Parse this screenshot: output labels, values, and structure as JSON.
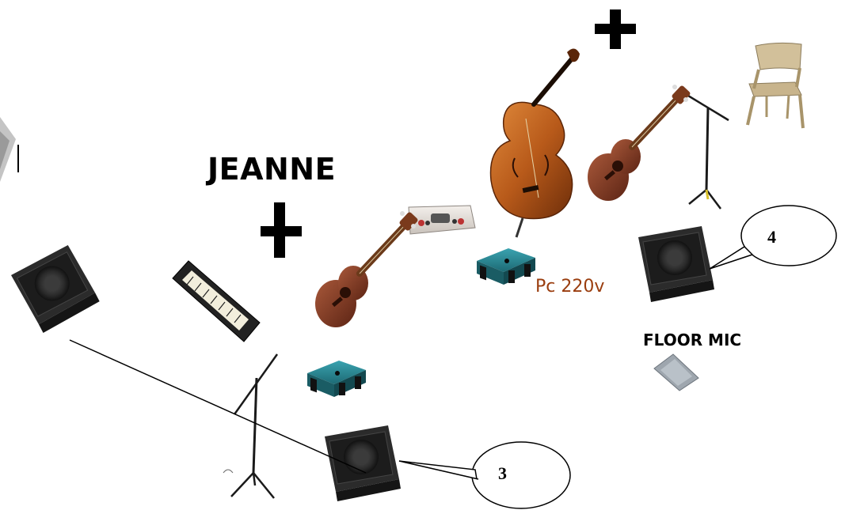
{
  "labels": {
    "performer": "JEANNE",
    "power": "Pc 220v",
    "floor_mic": "FLOOR MIC",
    "monitor_3": "3",
    "monitor_4": "4"
  },
  "icons": [
    "plus-icon",
    "cello-icon",
    "ukulele-icon",
    "keyboard-icon",
    "stage-monitor-icon",
    "di-box-icon",
    "preamp-icon",
    "mic-stand-icon",
    "chair-icon",
    "floor-mic-icon",
    "callout-bubble"
  ],
  "colors": {
    "power_label": "#9a3d0e"
  }
}
